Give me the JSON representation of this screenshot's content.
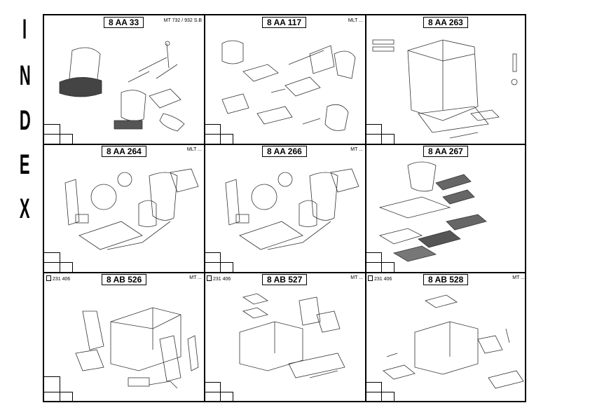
{
  "index_letters": [
    "I",
    "N",
    "D",
    "E",
    "X"
  ],
  "cells": [
    {
      "title": "8 AA 33",
      "subtitle": "MT 732 / 932 S.B",
      "ref": ""
    },
    {
      "title": "8 AA 117",
      "subtitle": "MLT ...",
      "ref": ""
    },
    {
      "title": "8 AA 263",
      "subtitle": "",
      "ref": ""
    },
    {
      "title": "8 AA 264",
      "subtitle": "MLT ...",
      "ref": ""
    },
    {
      "title": "8 AA 266",
      "subtitle": "MT ...",
      "ref": ""
    },
    {
      "title": "8 AA 267",
      "subtitle": "",
      "ref": ""
    },
    {
      "title": "8 AB 526",
      "subtitle": "MT ...",
      "ref": "231 406"
    },
    {
      "title": "8 AB 527",
      "subtitle": "MT ...",
      "ref": "231 406"
    },
    {
      "title": "8 AB 528",
      "subtitle": "MT ...",
      "ref": "231 406"
    }
  ],
  "colors": {
    "ink": "#000000",
    "paper": "#ffffff",
    "sketch": "#333333"
  }
}
